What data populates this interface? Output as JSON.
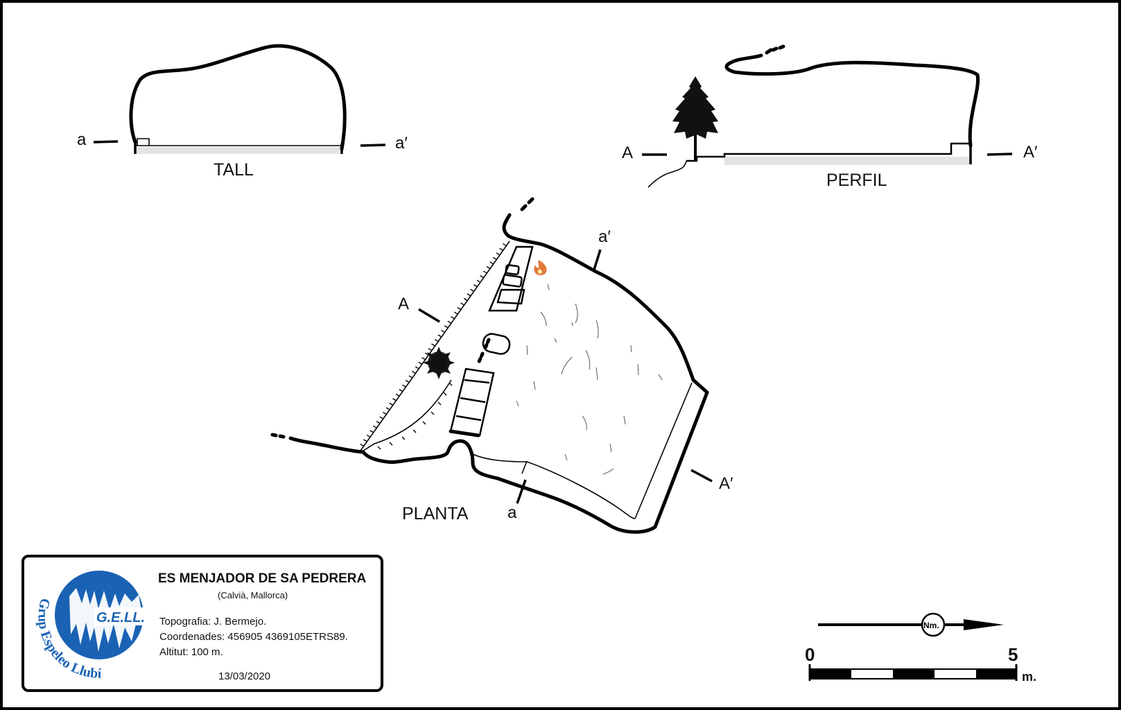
{
  "sections": {
    "tall": {
      "title": "TALL",
      "left_mark": "a",
      "right_mark": "a′"
    },
    "perfil": {
      "title": "PERFIL",
      "left_mark": "A",
      "right_mark": "A′"
    },
    "planta": {
      "title": "PLANTA",
      "mark_A": "A",
      "mark_A_prime": "A′",
      "mark_a": "a",
      "mark_a_prime": "a′"
    }
  },
  "info_box": {
    "title": "ES MENJADOR DE SA PEDRERA",
    "location": "(Calvià, Mallorca)",
    "topography": "Topografia: J. Bermejo.",
    "coordinates": "Coordenades:  456905 4369105ETRS89.",
    "altitude": "Altitut: 100 m.",
    "date": "13/03/2020",
    "logo": {
      "acronym": "G.E.LL.",
      "ring_text": "Grup Espeleo Llubí",
      "color": "#1a62b4"
    }
  },
  "north": {
    "label": "Nm."
  },
  "scale_bar": {
    "start": "0",
    "end": "5",
    "unit": "m."
  },
  "icons": {
    "tree": "tree-icon",
    "fire": "fire-icon",
    "logo": "gell-logo"
  }
}
